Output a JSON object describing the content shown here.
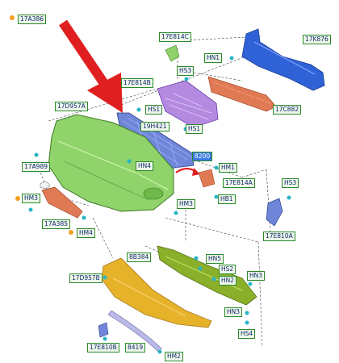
{
  "labels": {
    "l_17A386": "17A386",
    "l_17E814C": "17E814C",
    "l_17K876": "17K876",
    "l_HN1": "HN1",
    "l_HS3_top": "HS3",
    "l_17E814B": "17E814B",
    "l_17C882": "17C882",
    "l_17D957A": "17D957A",
    "l_HS1a": "HS1",
    "l_19H421": "19H421",
    "l_HS1b": "HS1",
    "l_8200": "8200",
    "l_HN4": "HN4",
    "l_HM1": "HM1",
    "l_17E814A": "17E814A",
    "l_HB1": "HB1",
    "l_HS3_right": "HS3",
    "l_17A989": "17A989",
    "l_HM3_left": "HM3",
    "l_17A385": "17A385",
    "l_HM4": "HM4",
    "l_HM3_mid": "HM3",
    "l_17E810A": "17E810A",
    "l_8B384": "8B384",
    "l_HN5": "HN5",
    "l_HS2": "HS2",
    "l_HN2": "HN2",
    "l_17D957B": "17D957B",
    "l_HN3a": "HN3",
    "l_HN3b": "HN3",
    "l_HS4": "HS4",
    "l_17E810B": "17E810B",
    "l_8419": "8419",
    "l_HM2": "HM2"
  },
  "colors": {
    "bumper_green": "#8fd36a",
    "grille_blue": "#6f86d8",
    "grille_purple": "#b48ae0",
    "beam_blue": "#2f62d6",
    "bracket_orange": "#e07a55",
    "lower_olive": "#8ab02a",
    "lower_yellow": "#e6b22a",
    "trim_lavender": "#b9b9e8",
    "arrow_red": "#e02020",
    "label_border": "#2a8a2a",
    "label_text": "#0d2a6b",
    "clip_cyan": "#27b5c4",
    "clip_orange": "#f0a020"
  }
}
